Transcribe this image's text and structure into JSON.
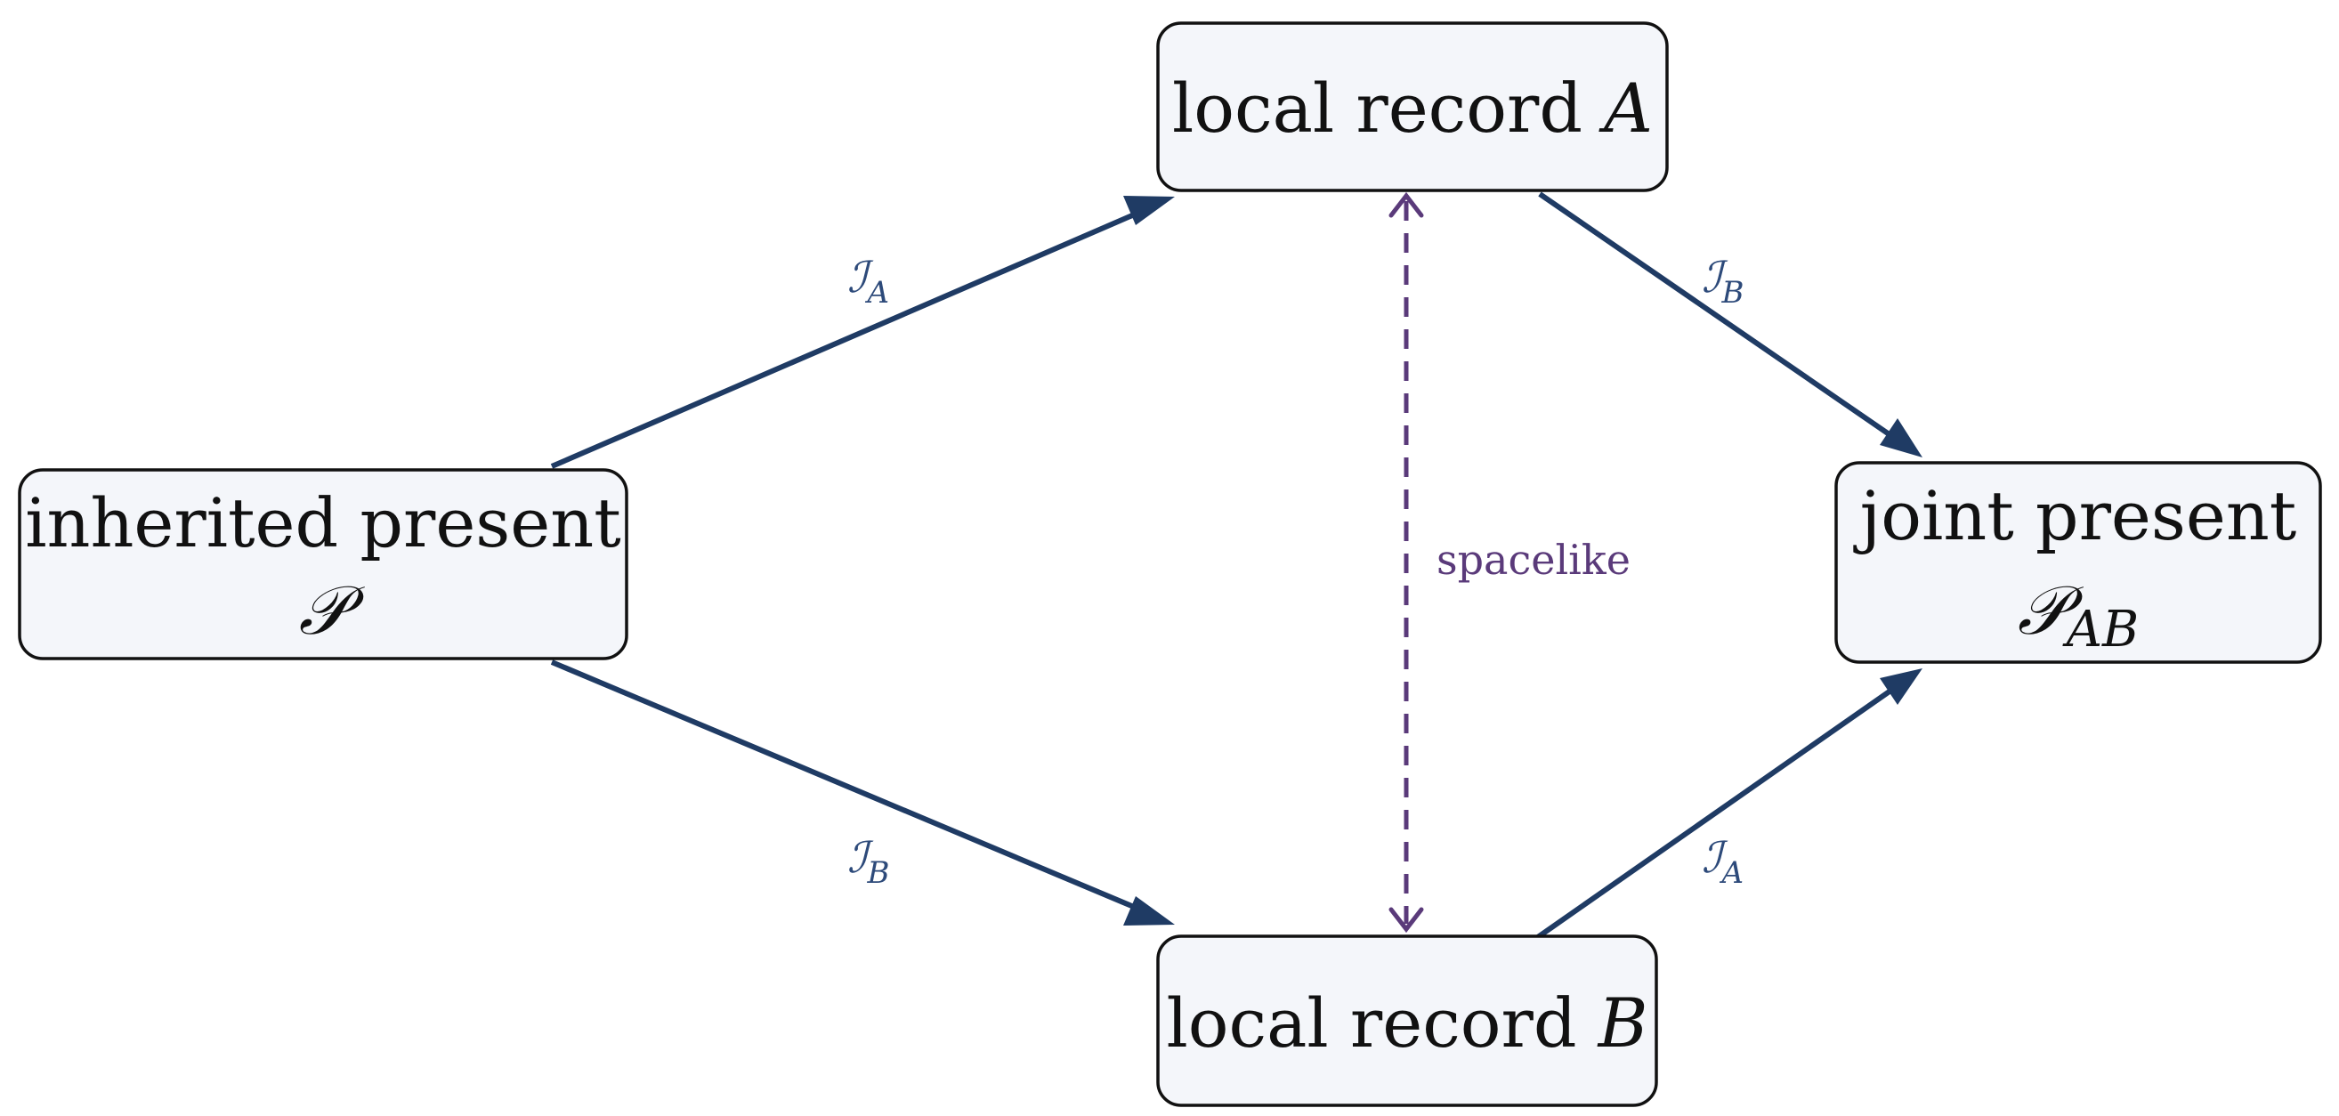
{
  "nodes": {
    "inherited": {
      "line1": "inherited present",
      "symbol": "𝒫",
      "subscript": ""
    },
    "record_a": {
      "text": "local record ",
      "symbol": "A"
    },
    "record_b": {
      "text": "local record ",
      "symbol": "B"
    },
    "joint": {
      "line1": "joint present",
      "symbol": "𝒫",
      "subscript": "AB"
    }
  },
  "edges": {
    "p_to_a": {
      "symbol": "ℐ",
      "subscript": "A"
    },
    "a_to_joint": {
      "symbol": "ℐ",
      "subscript": "B"
    },
    "p_to_b": {
      "symbol": "ℐ",
      "subscript": "B"
    },
    "b_to_joint": {
      "symbol": "ℐ",
      "subscript": "A"
    }
  },
  "spacelike": {
    "label": "spacelike"
  },
  "colors": {
    "edge": "#1f3b64",
    "spacelike": "#5a3a7a",
    "node_fill": "#f4f6fa"
  }
}
